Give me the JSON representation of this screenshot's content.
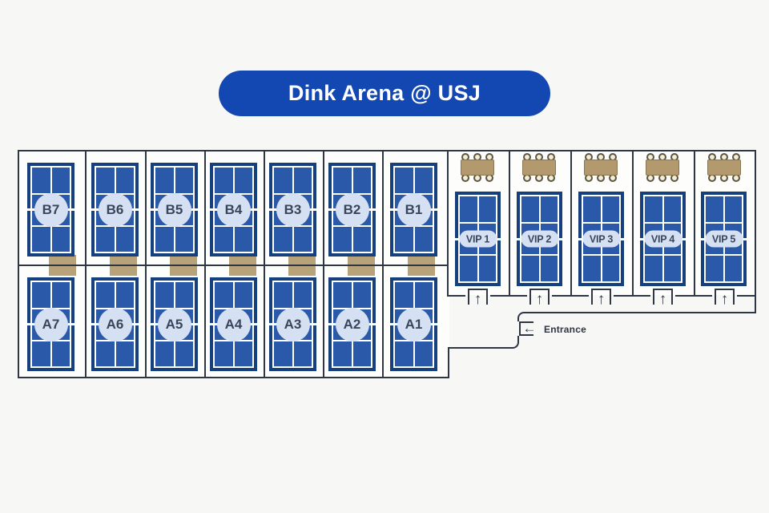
{
  "title": "Dink Arena @ USJ",
  "courts": {
    "row_b": [
      "B7",
      "B6",
      "B5",
      "B4",
      "B3",
      "B2",
      "B1"
    ],
    "row_a": [
      "A7",
      "A6",
      "A5",
      "A4",
      "A3",
      "A2",
      "A1"
    ],
    "vip": [
      "VIP 1",
      "VIP 2",
      "VIP 3",
      "VIP 4",
      "VIP 5"
    ]
  },
  "entrance": {
    "label": "Entrance",
    "arrow": "←"
  },
  "gates": {
    "arrow": "↑"
  },
  "colors": {
    "banner_blue": "#1348b2",
    "court_frame_navy": "#16407d",
    "court_fill_blue": "#2b59aa",
    "badge_light_blue": "#d5e0f2",
    "bench_tan": "#b29a6e",
    "chair_cream": "#f3edd3",
    "wall_dark": "#2f3744"
  }
}
